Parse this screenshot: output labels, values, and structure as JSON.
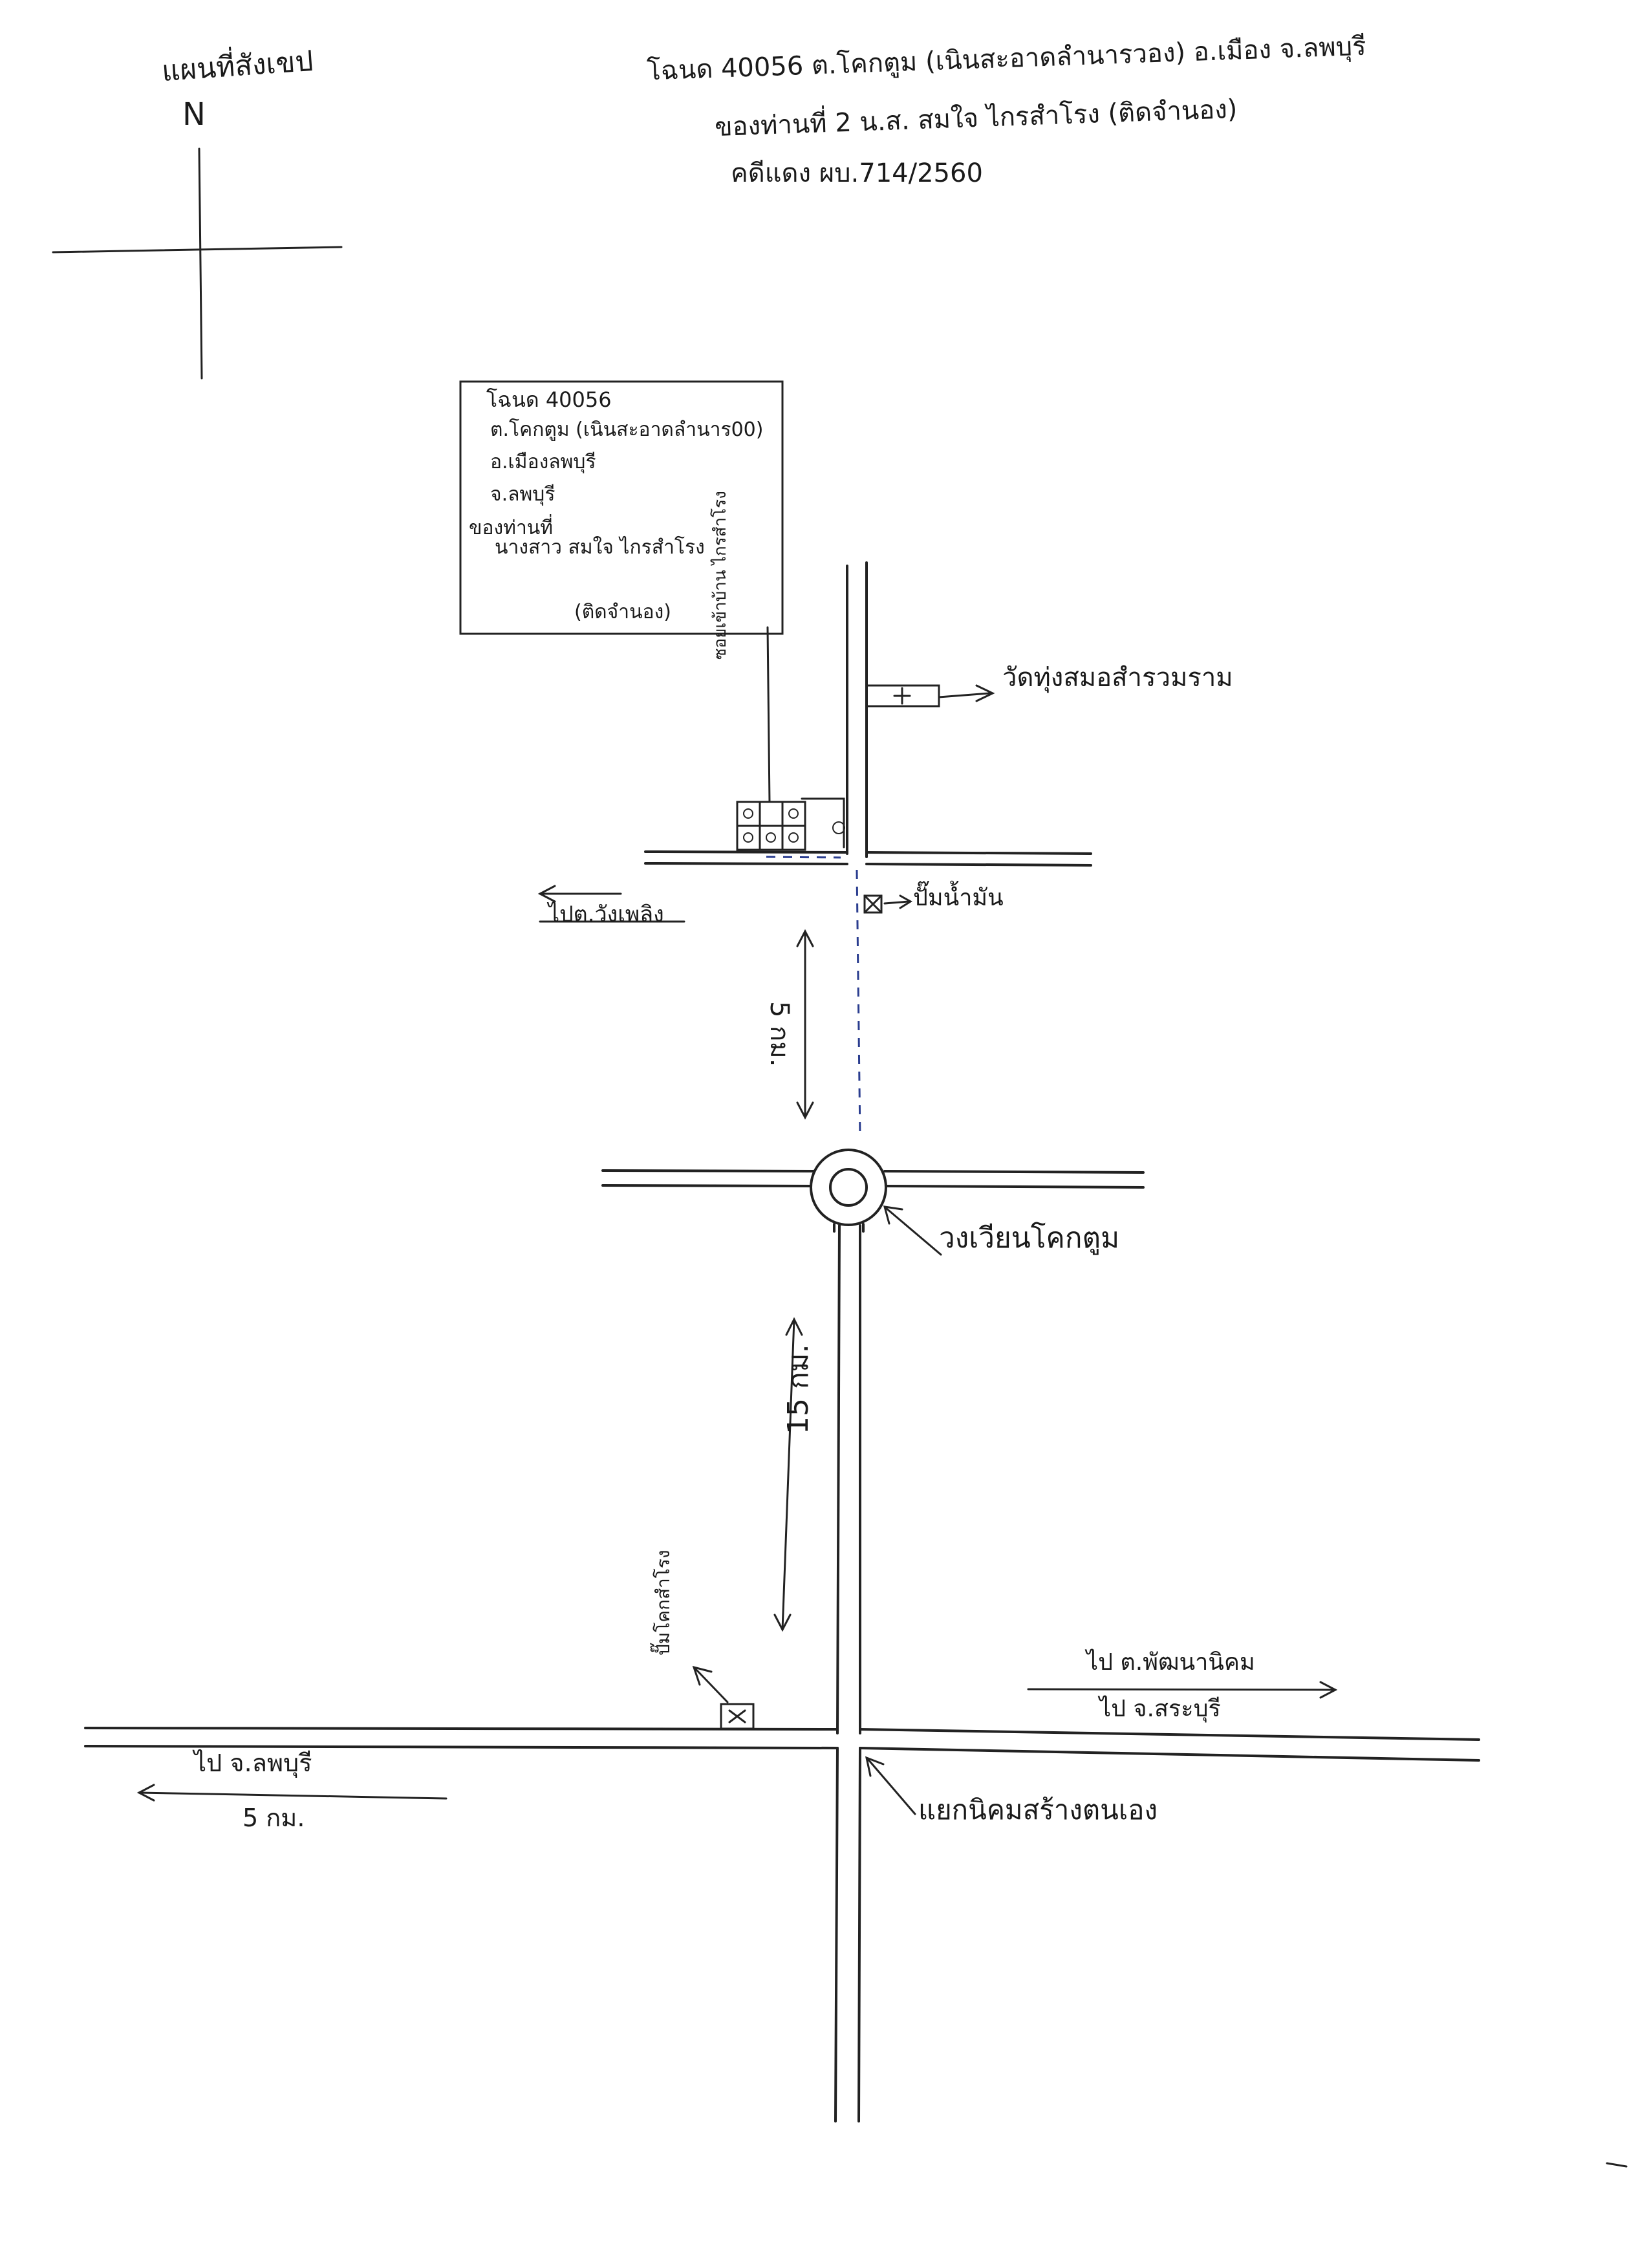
{
  "header": {
    "map_title": "แผนที่สังเขป",
    "north_label": "N",
    "line1": "โฉนด 40056 ต.โคกตูม (เนินสะอาดลำนารวอง) อ.เมือง จ.ลพบุรี",
    "line2": "ของท่านที่ 2 น.ส. สมใจ ไกรสำโรง (ติดจำนอง)",
    "line3": "คดีแดง ผบ.714/2560"
  },
  "parcel_box": {
    "lines": [
      "โฉนด 40056",
      "ต.โคกตูม (เนินสะอาดลำนาร00)",
      "อ.เมืองลพบุรี",
      "จ.ลพบุรี",
      "ของท่านที่",
      "นางสาว สมใจ ไกรสำโรง",
      "(ติดจำนอง)"
    ]
  },
  "labels": {
    "alley_vertical": "ซอยเข้าบ้าน ไกรสำโรง",
    "temple": "วัดทุ่งสมอสำรวมราม",
    "gas_station": "ปั๊มน้ำมัน",
    "to_west_road": "ไปต.วังเพลิง",
    "distance_upper": "5 กม.",
    "roundabout": "วงเวียนโคกตูม",
    "distance_lower": "15 กม.",
    "landmark_lower": "ปั๊มโคกสำโรง",
    "to_east_1": "ไป ต.พัฒนานิคม",
    "to_east_2": "ไป จ.สระบุรี",
    "to_west_main": "ไป จ.ลพบุรี",
    "to_west_distance": "5 กม.",
    "intersection": "แยกนิคมสร้างตนเอง"
  }
}
